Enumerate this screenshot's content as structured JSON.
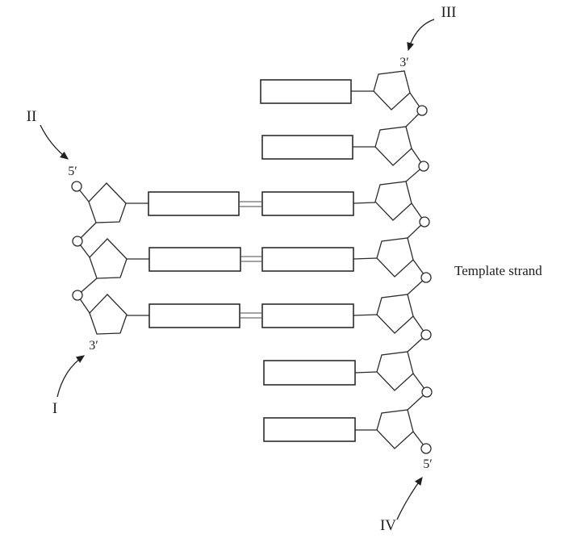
{
  "figure": {
    "labels": {
      "numeral_i": "I",
      "numeral_ii": "II",
      "numeral_iii": "III",
      "numeral_iv": "IV",
      "new_strand_top_end": "5′",
      "new_strand_bottom_end": "3′",
      "template_top_end": "3′",
      "template_bottom_end": "5′",
      "template_strand": "Template strand"
    },
    "structure": {
      "template_nucleotide_count": 7,
      "new_strand_nucleotide_count": 3,
      "hydrogen_bonded_base_pairs": 3
    },
    "colors": {
      "line": "#2b2b2b",
      "text": "#1f1f1f",
      "background": "#ffffff"
    }
  }
}
